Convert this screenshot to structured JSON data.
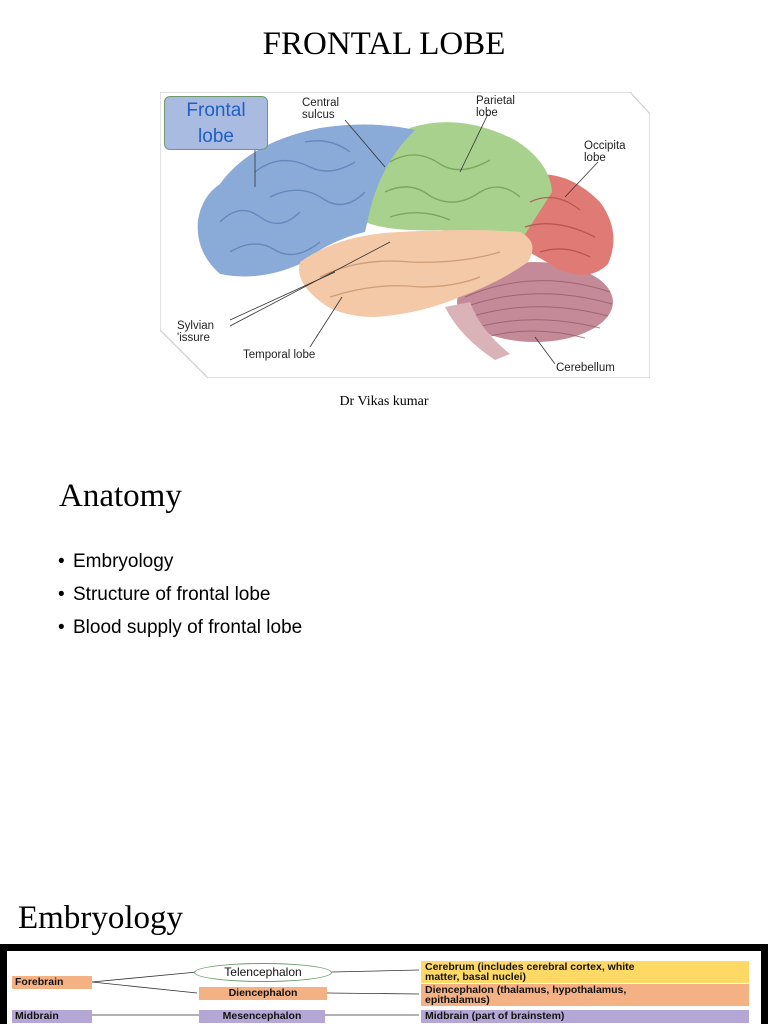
{
  "slide1": {
    "title": "FRONTAL LOBE",
    "figure": {
      "frontal_box_line1": "Frontal",
      "frontal_box_line2": "lobe",
      "central_sulcus_line1": "Central",
      "central_sulcus_line2": "sulcus",
      "parietal_line1": "Parietal",
      "parietal_line2": "lobe",
      "occipital_line1": "Occipita",
      "occipital_line2": "lobe",
      "sylvian_line1": "Sylvian",
      "sylvian_line2": "'issure",
      "temporal": "Temporal lobe",
      "cerebellum": "Cerebellum",
      "colors": {
        "frontal": "#8aaad8",
        "parietal": "#a9d18e",
        "occipital": "#e07a74",
        "temporal": "#f3c9a8",
        "cerebellum": "#c48a98"
      }
    },
    "caption": "Dr Vikas kumar"
  },
  "slide2": {
    "heading": "Anatomy",
    "bullets": [
      "Embryology",
      "Structure of frontal lobe",
      "Blood supply of frontal lobe"
    ]
  },
  "slide3": {
    "heading": "Embryology",
    "table": {
      "forebrain": "Forebrain",
      "telencephalon": "Telencephalon",
      "diencephalon": "Diencephalon",
      "cerebrum_line1": "Cerebrum (includes cerebral cortex, white",
      "cerebrum_line2": "matter, basal nuclei)",
      "dienc_desc_line1": "Diencephalon (thalamus, hypothalamus,",
      "dienc_desc_line2": "epithalamus)",
      "midbrain": "Midbrain",
      "mesencephalon": "Mesencephalon",
      "midbrain_desc": "Midbrain (part of brainstem)"
    }
  }
}
